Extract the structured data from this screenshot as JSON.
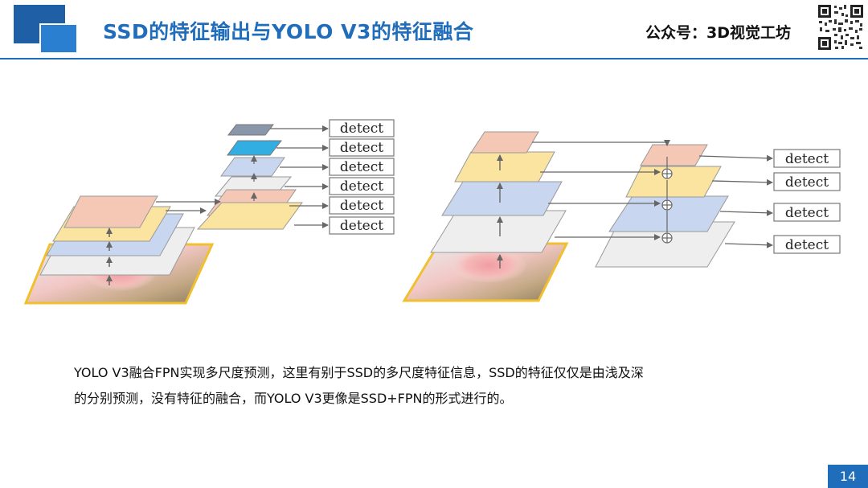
{
  "header": {
    "title": "SSD的特征输出与YOLO V3的特征融合",
    "account": "公众号：3D视觉工坊",
    "logo_color": "#1f6dbb",
    "qr_icon": "qr-code-icon"
  },
  "diagram": {
    "left_detects": [
      "detect",
      "detect",
      "detect",
      "detect",
      "detect",
      "detect"
    ],
    "right_detects": [
      "detect",
      "detect",
      "detect",
      "detect"
    ],
    "colors": {
      "peach": "#f4c8b5",
      "yellow": "#fbe4a0",
      "blue": "#c8d6f0",
      "gray": "#eeeeee",
      "dark_gray": "#8a96aa",
      "cyan": "#33aee3",
      "photo_border": "#f0c030"
    }
  },
  "caption": {
    "line1": "YOLO V3融合FPN实现多尺度预测，这里有别于SSD的多尺度特征信息，SSD的特征仅仅是由浅及深",
    "line2": "的分别预测，没有特征的融合，而YOLO V3更像是SSD+FPN的形式进行的。"
  },
  "footer": {
    "page_number": "14"
  }
}
